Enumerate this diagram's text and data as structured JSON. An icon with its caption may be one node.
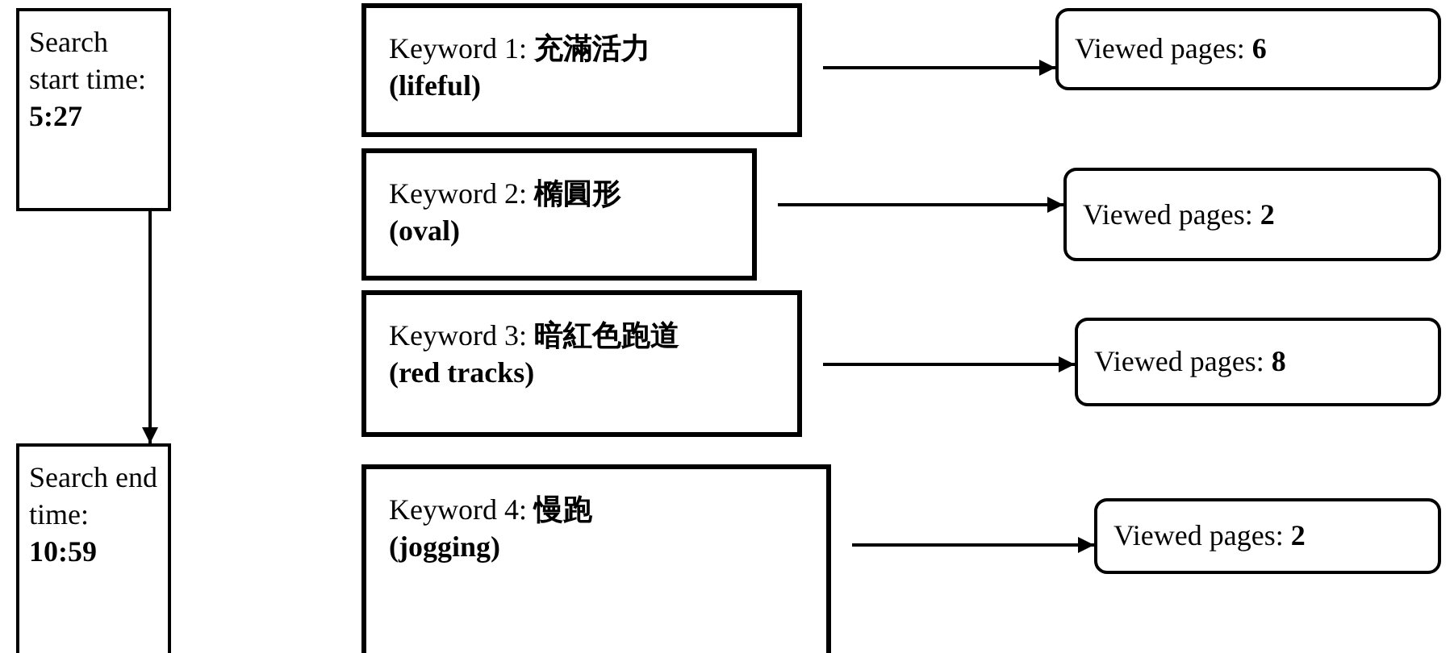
{
  "diagram": {
    "nodes": [
      {
        "text": [
          "Search start time: **5:27**"
        ]
      },
      {
        "text": [
          "Search end time: **10:59**"
        ]
      },
      {
        "text": [
          "Keyword 1: **充滿活力 (lifeful)**"
        ]
      },
      {
        "text": [
          "Viewed pages: **6**"
        ]
      },
      {
        "text": [
          "Keyword 2: **橢圓形 (oval)**"
        ]
      },
      {
        "text": [
          "Viewed pages: **2**"
        ]
      },
      {
        "text": [
          "Keyword 3: **暗紅色跑道 (red tracks)**"
        ]
      },
      {
        "text": [
          "Viewed pages: **8**"
        ]
      },
      {
        "text": [
          "Keyword 4: **慢跑 (jogging)**"
        ]
      },
      {
        "text": [
          "Viewed pages: **2**"
        ]
      }
    ],
    "edges": [
      {
        "from": 0,
        "to": 1,
        "arrow": "to"
      },
      {
        "from": 2,
        "to": 3,
        "arrow": "to"
      },
      {
        "from": 4,
        "to": 5,
        "arrow": "to"
      },
      {
        "from": 6,
        "to": 7,
        "arrow": "to"
      },
      {
        "from": 8,
        "to": 9,
        "arrow": "to"
      }
    ]
  }
}
